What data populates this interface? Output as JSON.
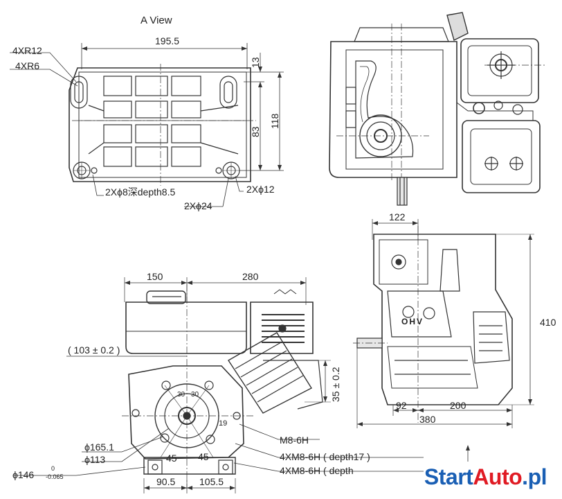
{
  "view_a": {
    "title": "A View",
    "dim_width": "195.5",
    "dim_13": "13",
    "dim_83": "83",
    "dim_118": "118",
    "corner_outer": "4XR12",
    "corner_inner": "4XR6",
    "pin_hole": "2Xϕ8深depth8.5",
    "hole_12": "2Xϕ12",
    "hole_24": "2Xϕ24"
  },
  "front_view": {
    "dim_150": "150",
    "dim_280": "280",
    "dim_103": "( 103 ± 0.2 )",
    "dim_35": "35 ± 0.2",
    "angle_30a": "30",
    "angle_30b": "30",
    "dim_19": "19",
    "dia_165": "ϕ165.1",
    "dia_113": "ϕ113",
    "dia_146": "ϕ146",
    "dia_146_tol_upper": "0",
    "dia_146_tol_lower": "-0.065",
    "angle_45a": "45",
    "angle_45b": "45",
    "dim_90": "90.5",
    "dim_105": "105.5",
    "thread_m8": "M8-6H",
    "thread_4x_a": "4XM8-6H ( depth17 )",
    "thread_4x_b": "4XM8-6H ( depth"
  },
  "side_view": {
    "dim_122": "122",
    "dim_410": "410",
    "dim_92": "92",
    "dim_200": "200",
    "dim_380": "380",
    "engine_badge": "OHV"
  },
  "watermark": {
    "part1": "Start",
    "part2": "Auto",
    "part3": ".pl",
    "color1": "#1a5fb4",
    "color2": "#e01b24"
  }
}
